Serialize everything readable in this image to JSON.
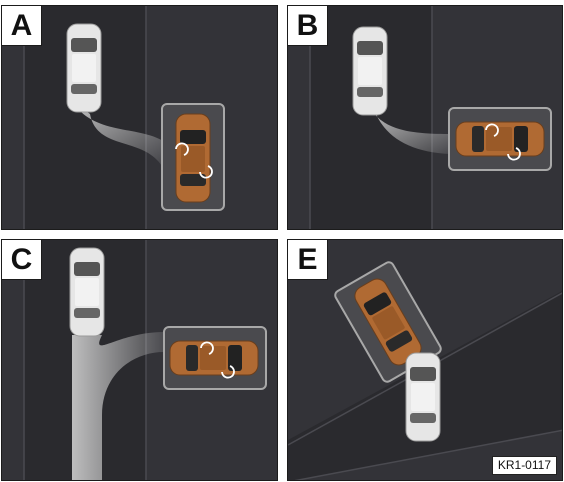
{
  "panels": [
    {
      "id": "A",
      "label": "A"
    },
    {
      "id": "B",
      "label": "B"
    },
    {
      "id": "C",
      "label": "C"
    },
    {
      "id": "E",
      "label": "E"
    }
  ],
  "figure_code": "KR1-0117",
  "colors": {
    "road": "#2f2f33",
    "lane_light": "#44444a",
    "lane_dark": "#26262a",
    "trail": "#cfcfcf",
    "highlight_box": "#9a9a9a",
    "white_car": "#e8e8e8",
    "orange_car": "#b06a33"
  }
}
